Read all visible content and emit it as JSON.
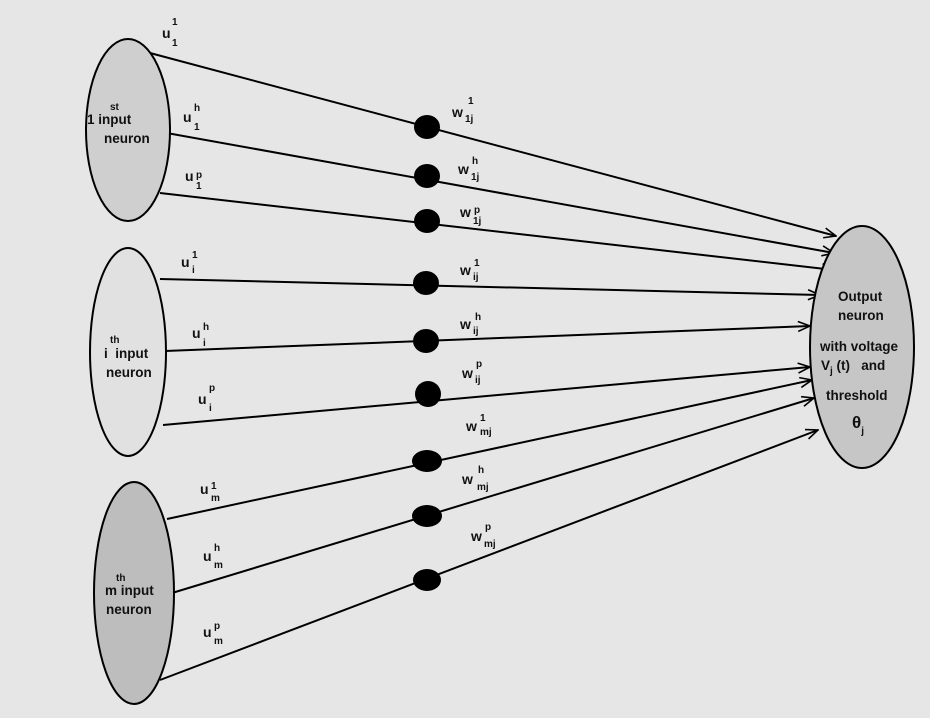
{
  "colors": {
    "background": "#e6e6e6",
    "neuron_first": "#cfcfcf",
    "neuron_middle": "#e1e1e1",
    "neuron_last": "#bdbdbd",
    "neuron_output": "#c6c6c6",
    "stroke": "#000000"
  },
  "neurons": {
    "first": {
      "sup": "st",
      "main": "1",
      "line1_rest": " input",
      "line2": "neuron"
    },
    "middle": {
      "sup": "th",
      "main": "i",
      "line1_rest": "  input",
      "line2": "neuron"
    },
    "last": {
      "sup": "th",
      "main": "m",
      "line1_rest": " input",
      "line2": "neuron"
    },
    "output": {
      "line1": "Output",
      "line2": "neuron",
      "line3": "with voltage",
      "line4_main": "V",
      "line4_sub": "j",
      "line4_rest": " (t)   and",
      "line5": "threshold",
      "theta": "θ",
      "theta_sub": "j"
    }
  },
  "inputs": {
    "u11": {
      "main": "u",
      "sup": "1",
      "sub": "1"
    },
    "u1h": {
      "main": "u",
      "sup": "h",
      "sub": "1"
    },
    "u1p": {
      "main": "u",
      "sup": "p",
      "sub": "1"
    },
    "ui1": {
      "main": "u",
      "sup": "1",
      "sub": "i"
    },
    "uih": {
      "main": "u",
      "sup": "h",
      "sub": "i"
    },
    "uip": {
      "main": "u",
      "sup": "p",
      "sub": "i"
    },
    "um1": {
      "main": "u",
      "sup": "1",
      "sub": "m"
    },
    "umh": {
      "main": "u",
      "sup": "h",
      "sub": "m"
    },
    "ump": {
      "main": "u",
      "sup": "p",
      "sub": "m"
    }
  },
  "weights": {
    "w1j1": {
      "main": "w",
      "sup": "1",
      "sub": "1j"
    },
    "w1jh": {
      "main": "w",
      "sup": "h",
      "sub": "1j"
    },
    "w1jp": {
      "main": "w",
      "sup": "p",
      "sub": "1j"
    },
    "wij1": {
      "main": "w",
      "sup": "1",
      "sub": "ij"
    },
    "wijh": {
      "main": "w",
      "sup": "h",
      "sub": "ij"
    },
    "wijp": {
      "main": "w",
      "sup": "p",
      "sub": "ij"
    },
    "wmj1": {
      "main": "w",
      "sup": "1",
      "sub": "mj"
    },
    "wmjh": {
      "main": "w",
      "sup": "h",
      "sub": "mj"
    },
    "wmjp": {
      "main": "w",
      "sup": "p",
      "sub": "mj"
    }
  }
}
